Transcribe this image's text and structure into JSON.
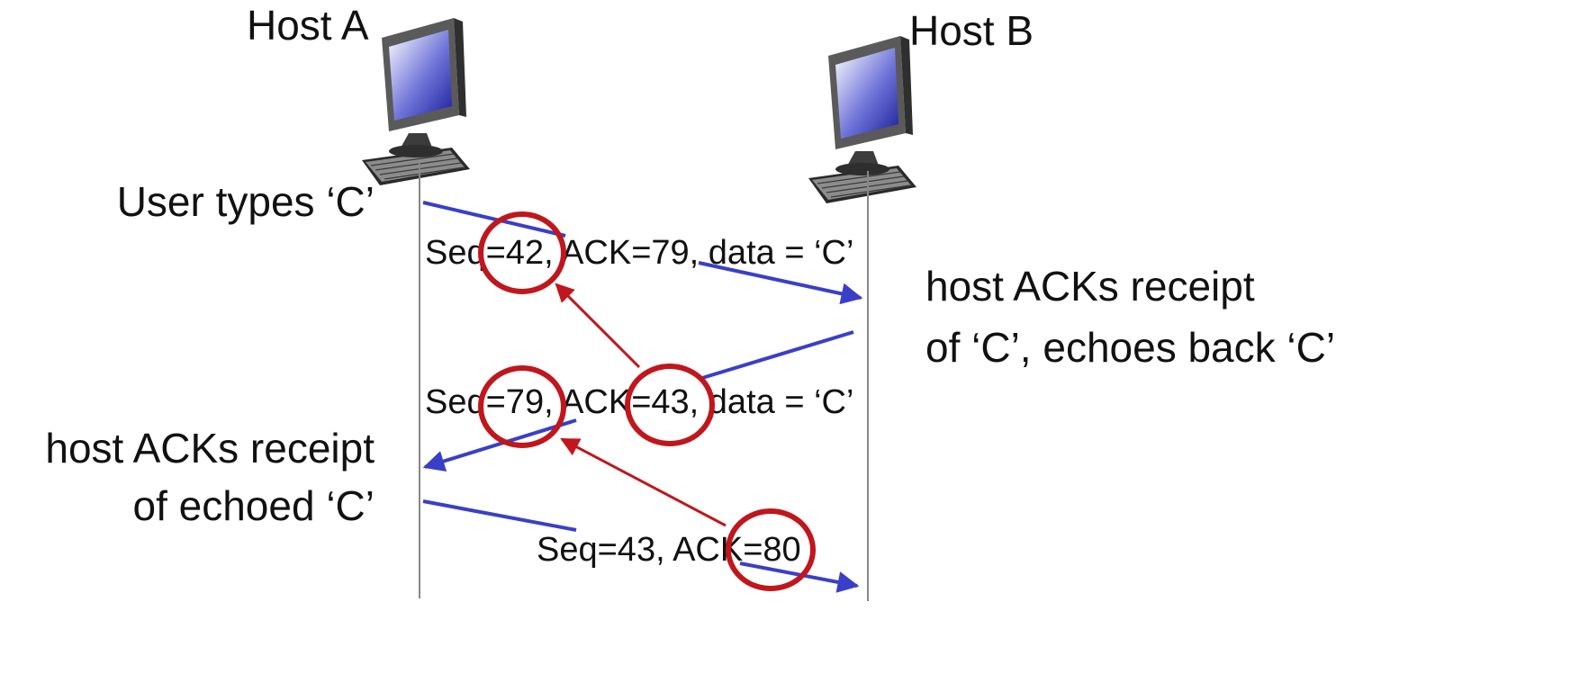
{
  "hosts": {
    "a": {
      "label": "Host A",
      "icon": "desktop-computer-icon"
    },
    "b": {
      "label": "Host B",
      "icon": "desktop-computer-icon"
    }
  },
  "annotations": {
    "user_types": "User types ‘C’",
    "host_b_ack_line1": "host ACKs receipt",
    "host_b_ack_line2": "of ‘C’, echoes back ‘C’",
    "host_a_ack_line1": "host ACKs receipt",
    "host_a_ack_line2": "of echoed ‘C’"
  },
  "segments": [
    {
      "direction": "A to B",
      "label": "Seq=42, ACK=79, data = ‘C’"
    },
    {
      "direction": "B to A",
      "label": "Seq=79, ACK=43, data = ‘C’"
    },
    {
      "direction": "A to B",
      "label": "Seq=43, ACK=80"
    }
  ],
  "colors": {
    "segment_arrow": "#3a3fc8",
    "highlight": "#c0161c",
    "timeline": "#888888",
    "text": "#111111"
  }
}
